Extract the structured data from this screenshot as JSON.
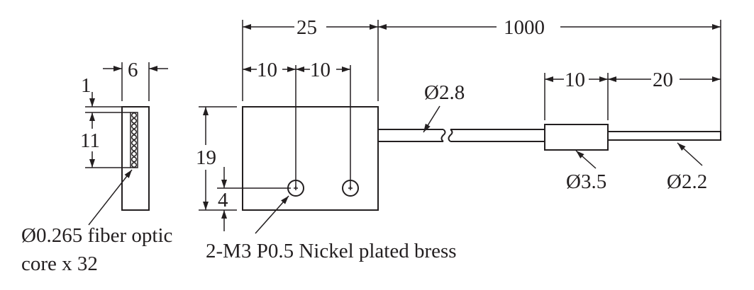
{
  "side_view": {
    "width_dim": "6",
    "top_offset_dim": "1",
    "core_span_dim": "11",
    "core_note_line1": "Ø0.265 fiber optic",
    "core_note_line2": "core x 32"
  },
  "front_view": {
    "width_dim": "25",
    "hole_offset_dim": "10",
    "hole_pitch_dim": "10",
    "height_dim": "19",
    "hole_height_dim": "4",
    "hole_note": "2-M3 P0.5 Nickel plated bress"
  },
  "cable": {
    "length_dim": "1000",
    "cable_diameter": "Ø2.8",
    "sleeve_length_dim": "10",
    "tail_length_dim": "20",
    "sleeve_diameter": "Ø3.5",
    "tail_diameter": "Ø2.2"
  },
  "colors": {
    "line": "#231f20",
    "background": "#ffffff"
  }
}
